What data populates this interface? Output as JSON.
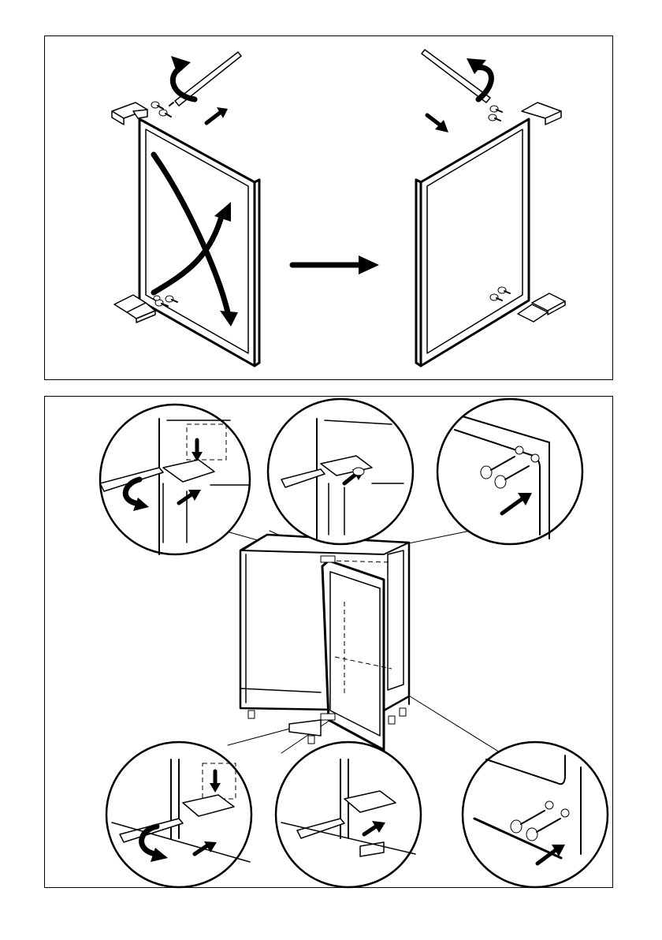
{
  "figure": {
    "panels": [
      {
        "id": "door-reversal",
        "steps": [
          "remove-hinges",
          "swap-diagonally",
          "refit-hinges-opposite-side"
        ]
      },
      {
        "id": "cabinet-installation",
        "details": [
          "top-hinge-fixing",
          "top-hinge-seated",
          "top-screws",
          "bottom-hinge-fixing",
          "bottom-hinge-seated",
          "bottom-screws"
        ]
      }
    ],
    "colors": {
      "line": "#000000",
      "background": "#ffffff"
    },
    "icons": [
      "screwdriver-icon",
      "rotate-arrow-icon",
      "direction-arrow-icon",
      "screw-icon",
      "hinge-icon"
    ]
  }
}
